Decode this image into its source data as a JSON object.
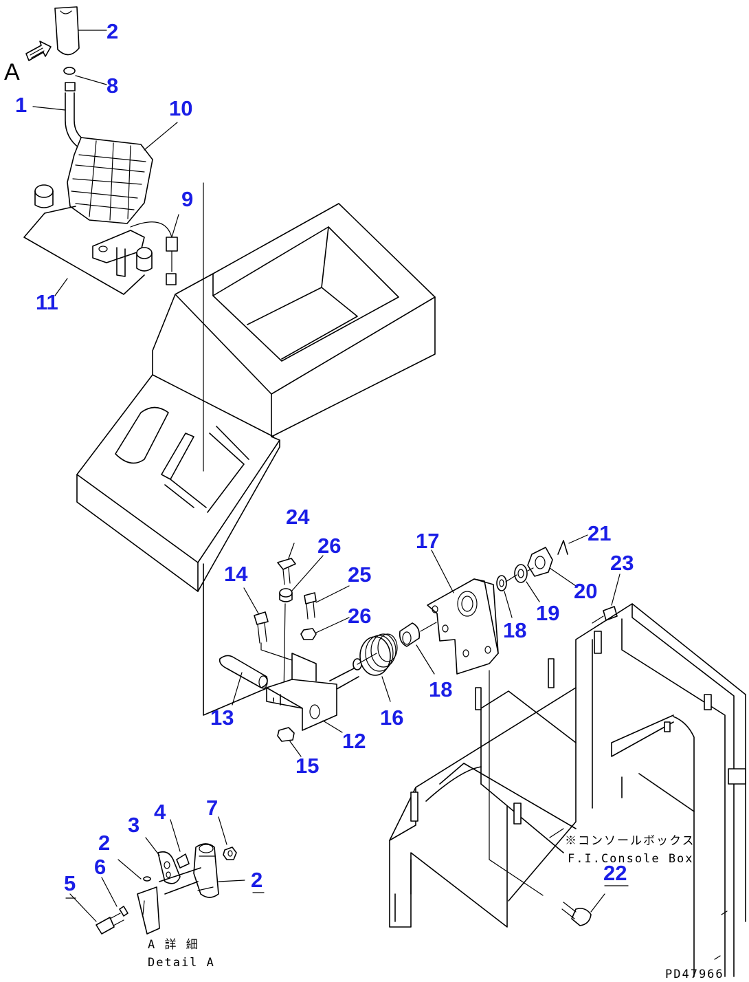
{
  "callouts": {
    "c2a": "2",
    "c8": "8",
    "c1": "1",
    "c10": "10",
    "c9": "9",
    "c11": "11",
    "c24": "24",
    "c26a": "26",
    "c25": "25",
    "c26b": "26",
    "c14": "14",
    "c17": "17",
    "c21": "21",
    "c23": "23",
    "c20": "20",
    "c19": "19",
    "c18a": "18",
    "c18b": "18",
    "c16": "16",
    "c13": "13",
    "c12": "12",
    "c15": "15",
    "c7": "7",
    "c4": "4",
    "c3": "3",
    "c2b": "2",
    "c6": "6",
    "c2c": "2",
    "c5": "5",
    "c22": "22"
  },
  "view_marker": "A",
  "detail_label_jp": "A 詳 細",
  "detail_label_en": "Detail A",
  "console_label_jp": "※コンソールボックス",
  "console_label_en": "F.I.Console Box",
  "drawing_number": "PD47966"
}
